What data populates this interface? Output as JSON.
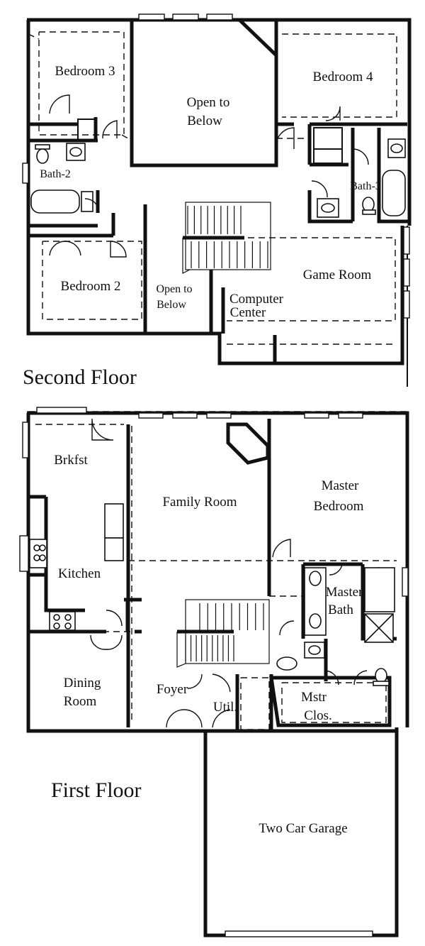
{
  "second_floor": {
    "title": "Second Floor",
    "rooms": {
      "bedroom_3": "Bedroom 3",
      "open_to_below_main_1": "Open to",
      "open_to_below_main_2": "Below",
      "bedroom_4": "Bedroom 4",
      "bath_2": "Bath-2",
      "bath_3": "Bath-3",
      "bedroom_2": "Bedroom 2",
      "open_to_below_stair_1": "Open to",
      "open_to_below_stair_2": "Below",
      "game_room": "Game Room",
      "computer_center_1": "Computer",
      "computer_center_2": "Center"
    }
  },
  "first_floor": {
    "title": "First Floor",
    "rooms": {
      "brkfst": "Brkfst",
      "family_room": "Family Room",
      "master_bedroom_1": "Master",
      "master_bedroom_2": "Bedroom",
      "kitchen": "Kitchen",
      "master_bath_1": "Master",
      "master_bath_2": "Bath",
      "dining_room_1": "Dining",
      "dining_room_2": "Room",
      "foyer": "Foyer",
      "util": "Util.",
      "mstr_clos_1": "Mstr",
      "mstr_clos_2": "Clos.",
      "two_car_garage": "Two Car Garage"
    }
  },
  "colors": {
    "ink": "#111111",
    "paper": "#ffffff"
  }
}
